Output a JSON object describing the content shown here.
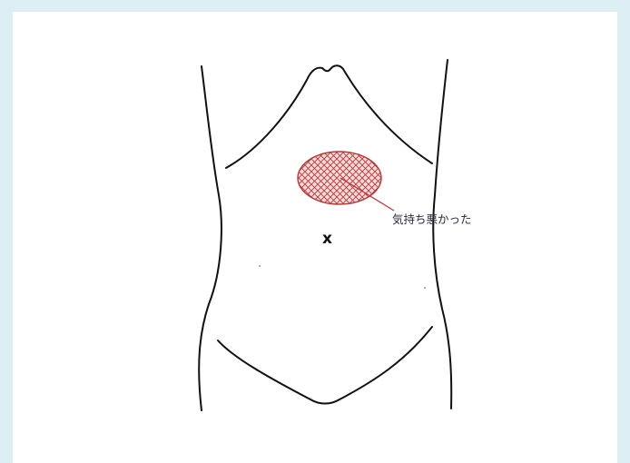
{
  "diagram": {
    "annotation": "気持ち悪かった",
    "marker": "x"
  },
  "colors": {
    "background": "#deeef5",
    "panel": "#ffffff",
    "outline": "#111111",
    "hatch": "#b33a3a",
    "area_fill": "#f6dada",
    "leader_line": "#b33a3a"
  },
  "icons": {
    "region": "hatched-ellipse",
    "marker": "x-mark"
  }
}
